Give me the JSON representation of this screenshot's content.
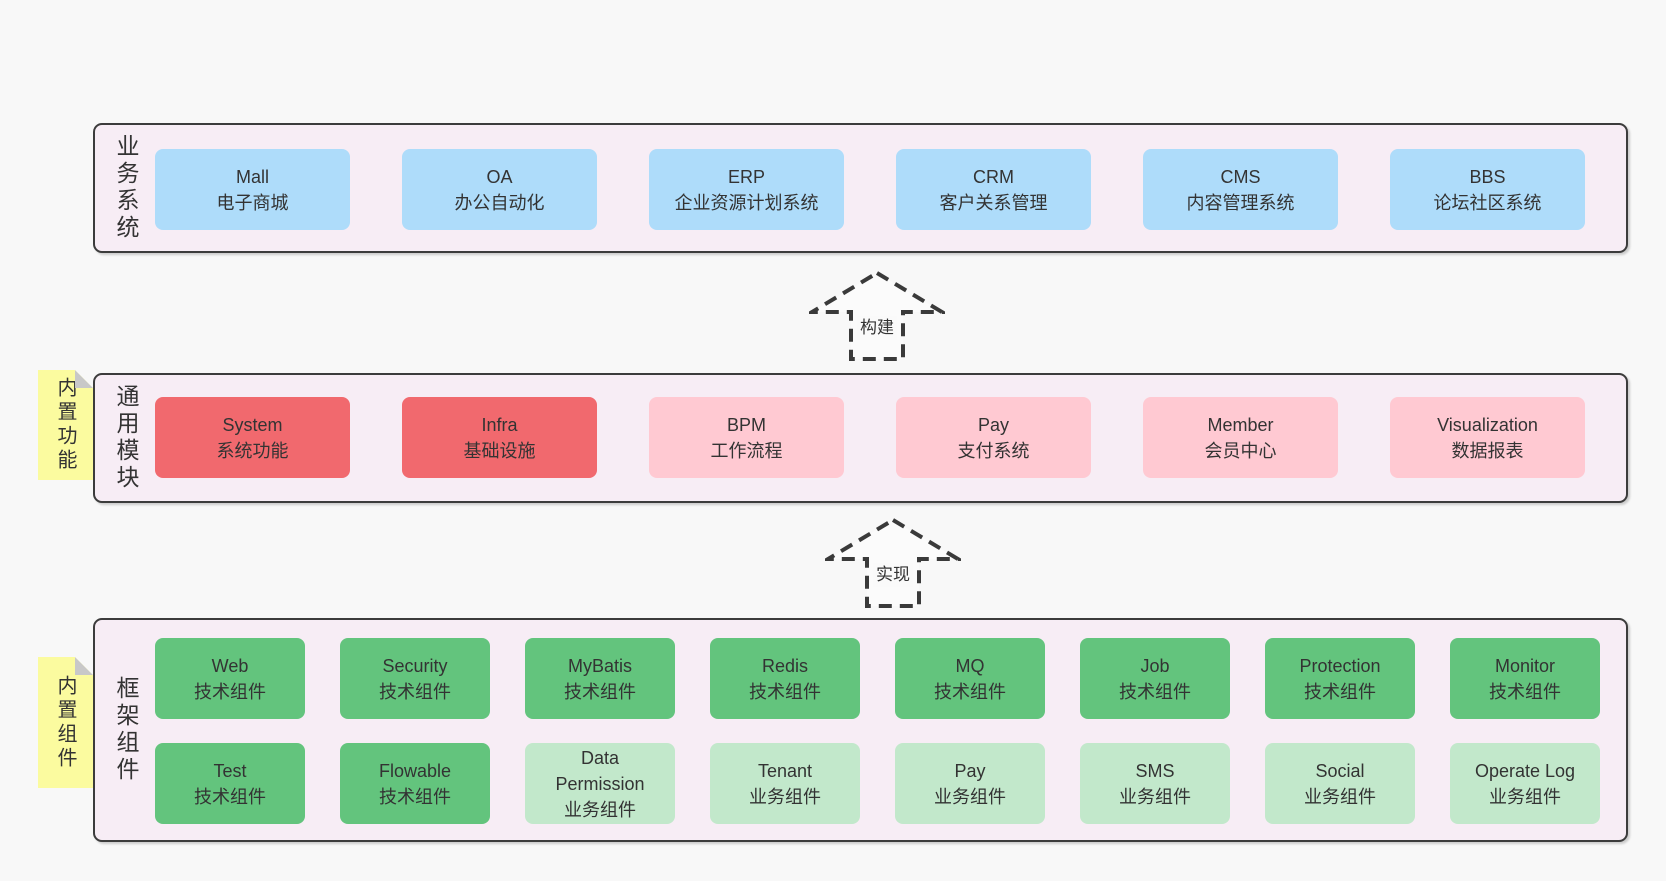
{
  "colors": {
    "page_bg": "#f8f8f8",
    "panel_bg": "#f7edf5",
    "panel_border": "#3c3c3c",
    "box_blue": "#aedcfa",
    "box_red": "#f1696e",
    "box_pink": "#ffc9d2",
    "box_green": "#63c47d",
    "box_light_green": "#c2e8cb",
    "note_yellow": "#fbfb9f",
    "note_fold": "#c8c8c8",
    "arrow_stroke": "#3a3a3a",
    "text": "#333333"
  },
  "layers": [
    {
      "label": "业务系统",
      "boxes": [
        {
          "name": "Mall",
          "desc": "电子商城"
        },
        {
          "name": "OA",
          "desc": "办公自动化"
        },
        {
          "name": "ERP",
          "desc": "企业资源计划系统"
        },
        {
          "name": "CRM",
          "desc": "客户关系管理"
        },
        {
          "name": "CMS",
          "desc": "内容管理系统"
        },
        {
          "name": "BBS",
          "desc": "论坛社区系统"
        }
      ]
    },
    {
      "label": "通用模块",
      "note": "内置功能",
      "boxes": [
        {
          "name": "System",
          "desc": "系统功能"
        },
        {
          "name": "Infra",
          "desc": "基础设施"
        },
        {
          "name": "BPM",
          "desc": "工作流程"
        },
        {
          "name": "Pay",
          "desc": "支付系统"
        },
        {
          "name": "Member",
          "desc": "会员中心"
        },
        {
          "name": "Visualization",
          "desc": "数据报表"
        }
      ]
    },
    {
      "label": "框架组件",
      "note": "内置组件",
      "rows": [
        [
          {
            "name": "Web",
            "desc": "技术组件"
          },
          {
            "name": "Security",
            "desc": "技术组件"
          },
          {
            "name": "MyBatis",
            "desc": "技术组件"
          },
          {
            "name": "Redis",
            "desc": "技术组件"
          },
          {
            "name": "MQ",
            "desc": "技术组件"
          },
          {
            "name": "Job",
            "desc": "技术组件"
          },
          {
            "name": "Protection",
            "desc": "技术组件"
          },
          {
            "name": "Monitor",
            "desc": "技术组件"
          }
        ],
        [
          {
            "name": "Test",
            "desc": "技术组件"
          },
          {
            "name": "Flowable",
            "desc": "技术组件"
          },
          {
            "name": "Data Permission",
            "desc": "业务组件"
          },
          {
            "name": "Tenant",
            "desc": "业务组件"
          },
          {
            "name": "Pay",
            "desc": "业务组件"
          },
          {
            "name": "SMS",
            "desc": "业务组件"
          },
          {
            "name": "Social",
            "desc": "业务组件"
          },
          {
            "name": "Operate Log",
            "desc": "业务组件"
          }
        ]
      ]
    }
  ],
  "arrows": [
    {
      "label": "构建"
    },
    {
      "label": "实现"
    }
  ]
}
